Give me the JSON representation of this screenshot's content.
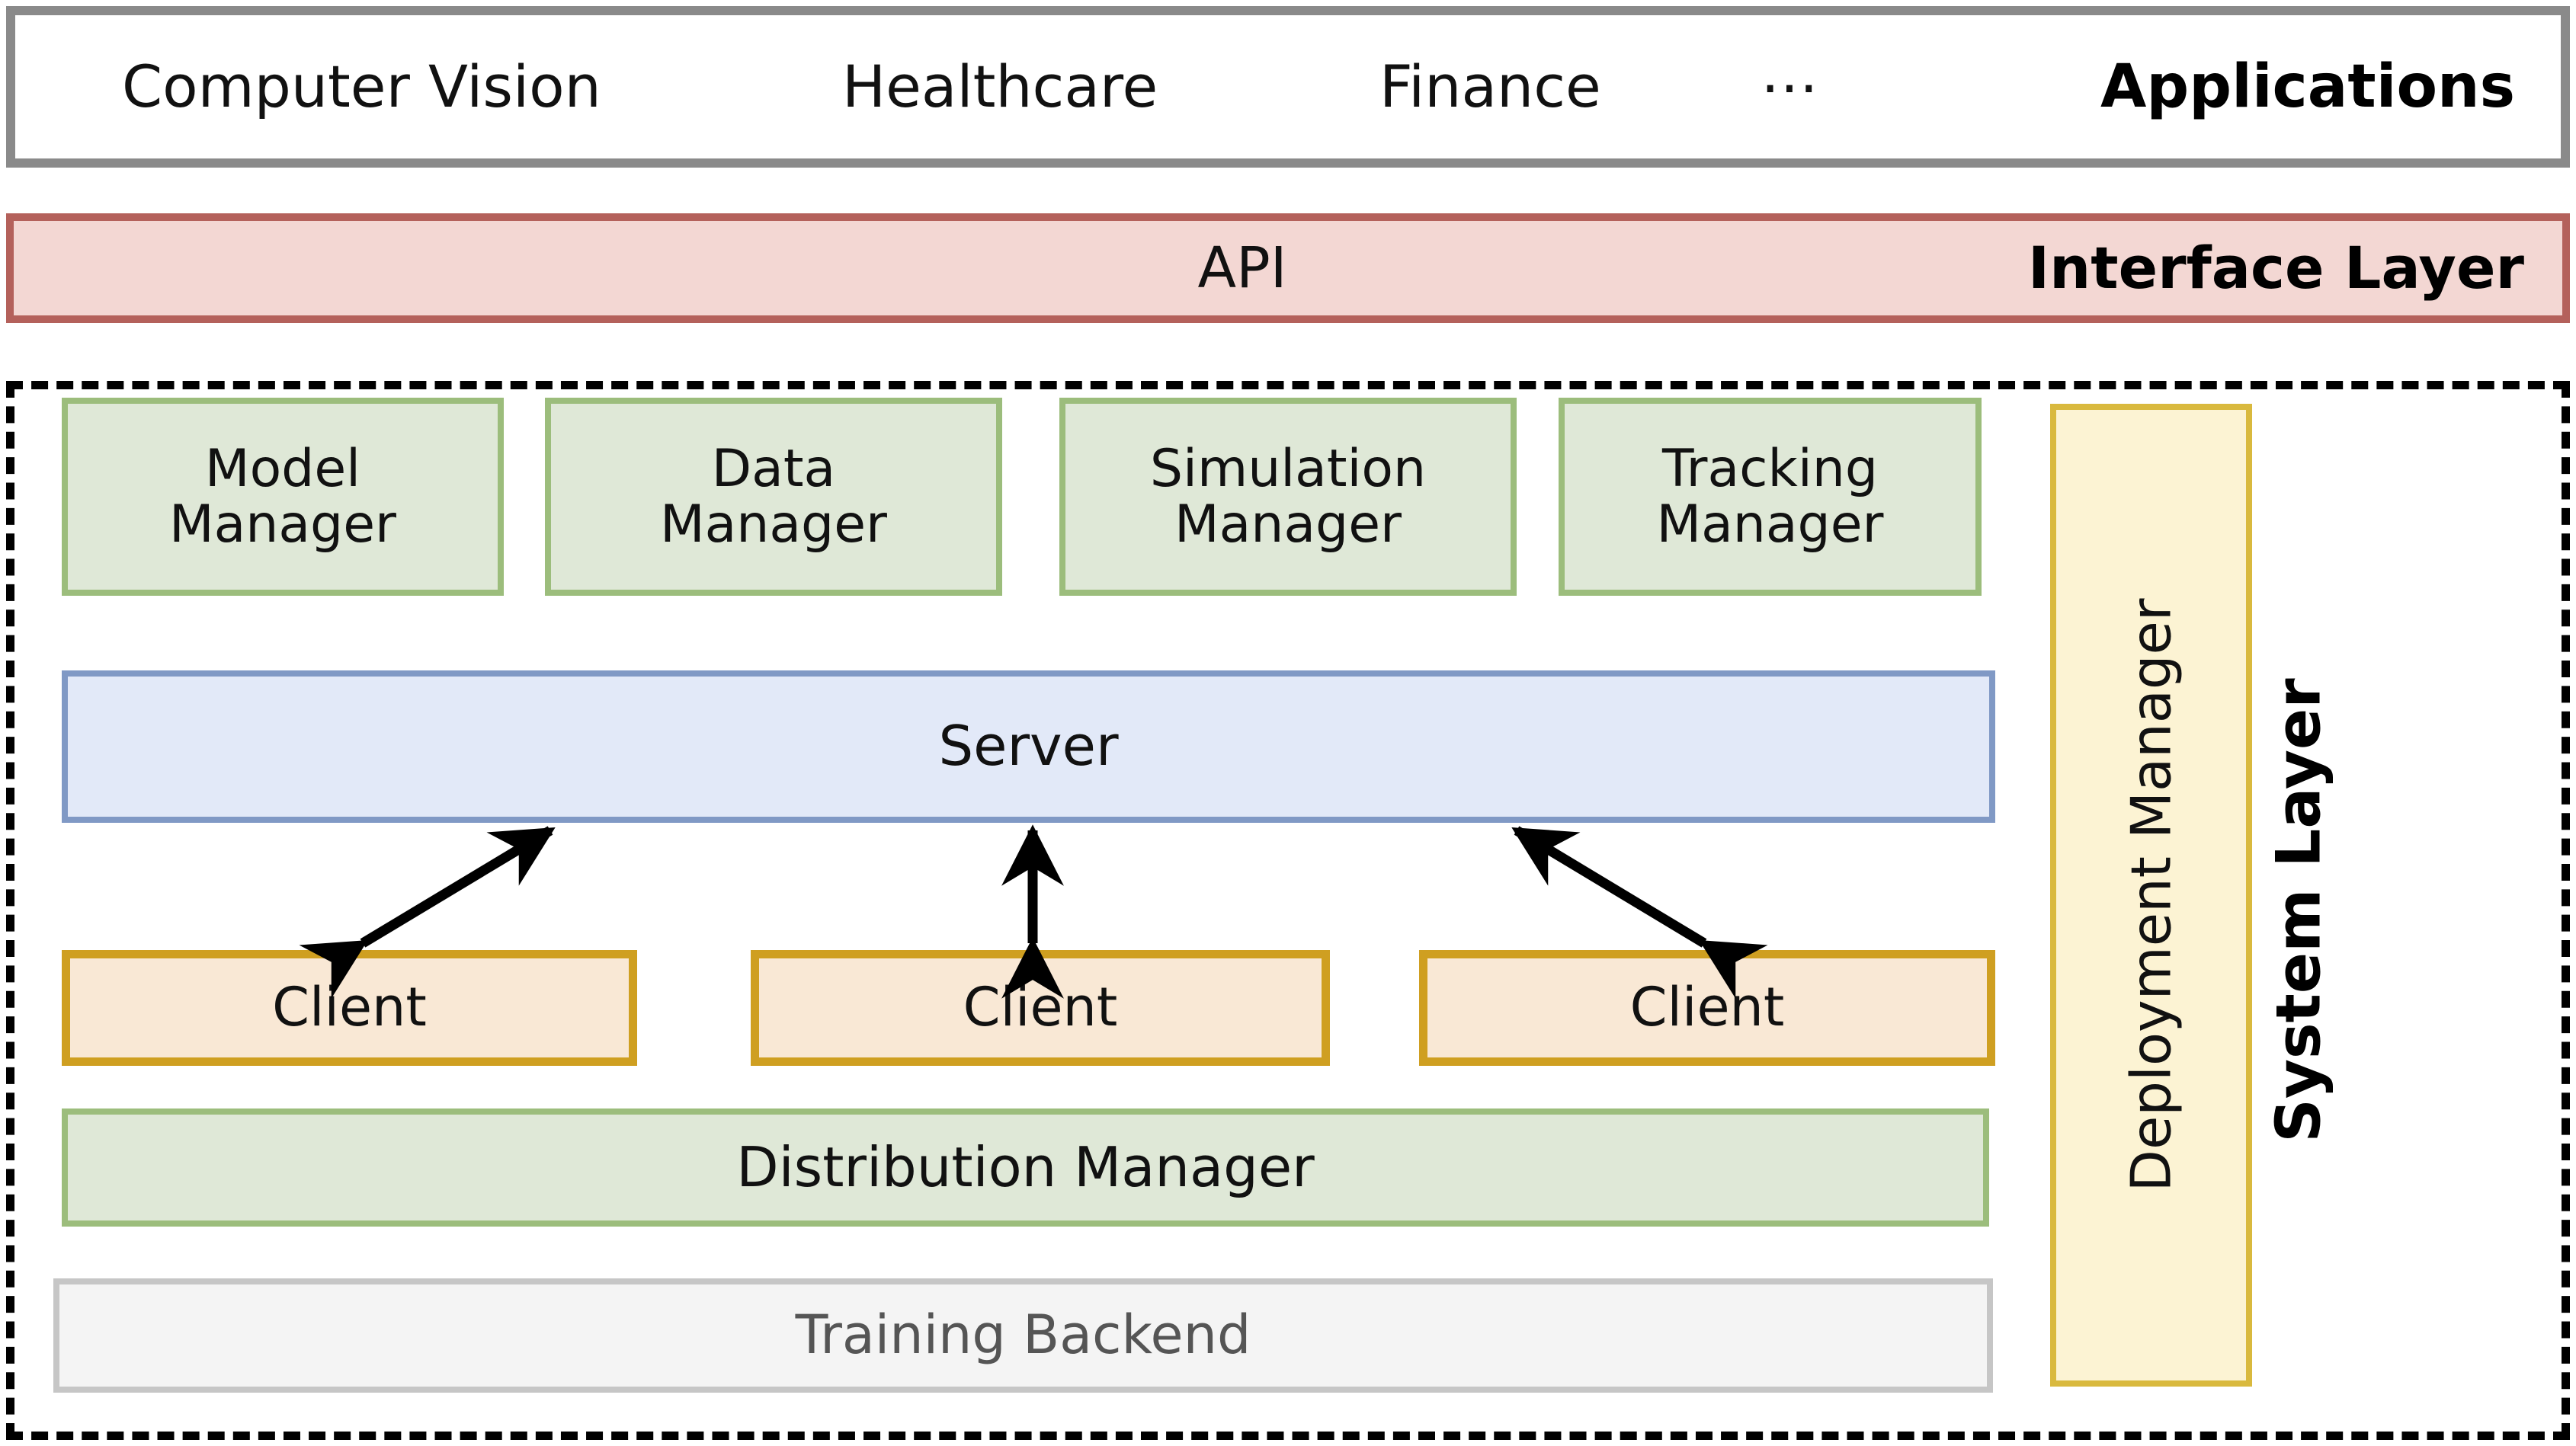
{
  "applications": {
    "title": "Applications",
    "items": [
      "Computer Vision",
      "Healthcare",
      "Finance",
      "⋯"
    ]
  },
  "interface_layer": {
    "title": "Interface Layer",
    "center_label": "API",
    "fill_color": "#f3d7d3",
    "border_color": "#b4615b"
  },
  "system_layer": {
    "title": "System Layer",
    "border_style": "dashed",
    "border_color": "#000000",
    "managers": [
      {
        "label": "Model\nManager",
        "fill": "#dfe8d7",
        "border": "#9cbd7c"
      },
      {
        "label": "Data\nManager",
        "fill": "#dfe8d7",
        "border": "#9cbd7c"
      },
      {
        "label": "Simulation\nManager",
        "fill": "#dfe8d7",
        "border": "#9cbd7c"
      },
      {
        "label": "Tracking\nManager",
        "fill": "#dfe8d7",
        "border": "#9cbd7c"
      }
    ],
    "server": {
      "label": "Server",
      "fill": "#e2e9f8",
      "border": "#8099c5"
    },
    "clients": [
      {
        "label": "Client",
        "fill": "#f9e8d5",
        "border": "#cf9f21"
      },
      {
        "label": "Client",
        "fill": "#f9e8d5",
        "border": "#cf9f21"
      },
      {
        "label": "Client",
        "fill": "#f9e8d5",
        "border": "#cf9f21"
      }
    ],
    "distribution_manager": {
      "label": "Distribution Manager",
      "fill": "#dfe8d7",
      "border": "#9cbd7c"
    },
    "training_backend": {
      "label": "Training Backend",
      "fill": "#f4f4f4",
      "border": "#c6c6c6",
      "text_color": "#555555"
    },
    "deployment_manager": {
      "label": "Deployment Manager",
      "fill": "#fcf3d3",
      "border": "#d9b93e",
      "orientation": "vertical"
    },
    "connections": [
      {
        "from": "client-1",
        "to": "server",
        "type": "double-arrow",
        "direction": "diagonal-up-right"
      },
      {
        "from": "client-2",
        "to": "server",
        "type": "double-arrow",
        "direction": "vertical"
      },
      {
        "from": "client-3",
        "to": "server",
        "type": "double-arrow",
        "direction": "diagonal-up-left"
      }
    ]
  }
}
